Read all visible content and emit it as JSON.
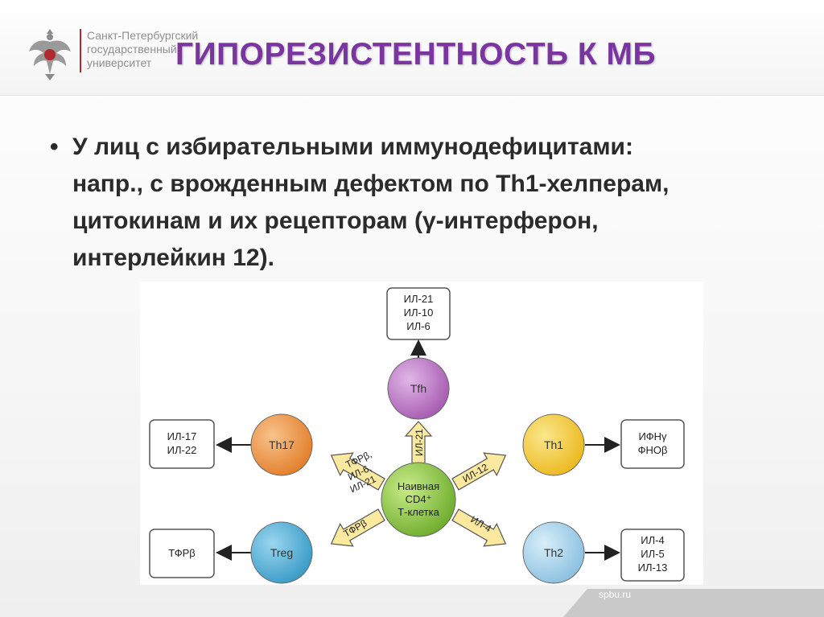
{
  "logo": {
    "lines": [
      "Санкт-Петербургский",
      "государственный",
      "университет"
    ]
  },
  "title": "ГИПОРЕЗИСТЕНТНОСТЬ К МБ",
  "bullet": {
    "marker": "•",
    "lines": [
      "У лиц с избирательными иммунодефицитами:",
      "напр., с врожденным дефектом по Th1-хелперам,",
      "цитокинам и их рецепторам (γ-интерферон,",
      "интерлейкин 12)."
    ]
  },
  "diagram": {
    "center": {
      "lines": [
        "Наивная",
        "CD4⁺",
        "Т-клетка"
      ],
      "color": "#8cc540"
    },
    "cells": {
      "tfh": {
        "label": "Tfh",
        "color": "#c07ac8"
      },
      "th17": {
        "label": "Th17",
        "color": "#ee9a4d"
      },
      "th1": {
        "label": "Th1",
        "color": "#f5d24a"
      },
      "treg": {
        "label": "Treg",
        "color": "#5fb7d9"
      },
      "th2": {
        "label": "Th2",
        "color": "#a9d4ec"
      }
    },
    "boxes": {
      "tfh": [
        "ИЛ-21",
        "ИЛ-10",
        "ИЛ-6"
      ],
      "th17": [
        "ИЛ-17",
        "ИЛ-22"
      ],
      "th1": [
        "ИФНγ",
        "ФНОβ"
      ],
      "treg": [
        "ТФРβ"
      ],
      "th2": [
        "ИЛ-4",
        "ИЛ-5",
        "ИЛ-13"
      ]
    },
    "arrow_labels": {
      "tfh": "ИЛ-21",
      "th17": [
        "ТФРβ,",
        "ИЛ-6,",
        "ИЛ-21"
      ],
      "th1": "ИЛ-12",
      "treg": "ТФРβ",
      "th2": "ИЛ-4"
    },
    "arrow_color": "#fbe9a0"
  },
  "footer": {
    "url": "spbu.ru"
  }
}
